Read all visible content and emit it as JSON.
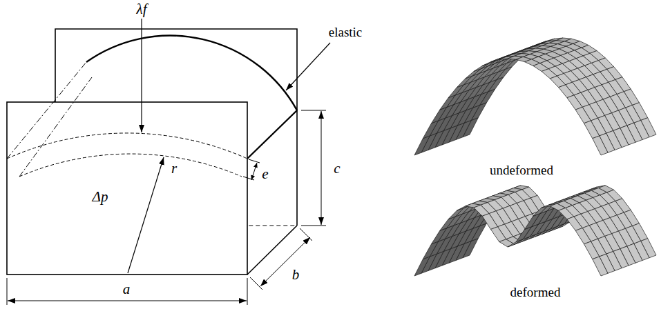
{
  "diagram": {
    "labels": [
      "λf",
      "elastic",
      "r",
      "Δp",
      "c",
      "e",
      "a",
      "b",
      "undeformed",
      "deformed"
    ]
  }
}
